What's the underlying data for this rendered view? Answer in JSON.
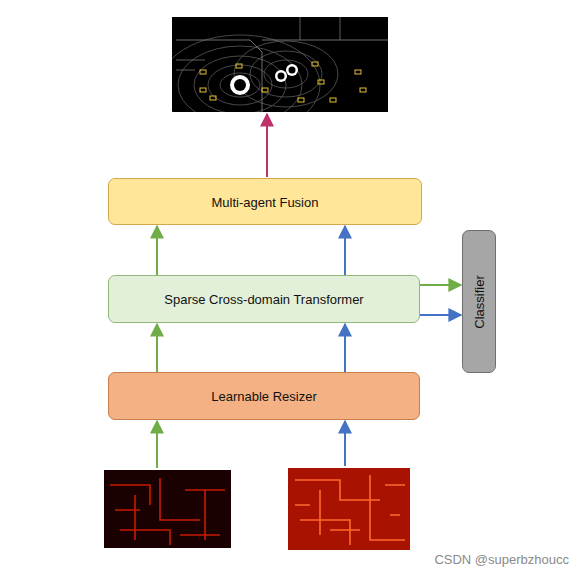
{
  "diagram": {
    "nodes": [
      {
        "text": [
          "Multi-agent Fusion"
        ]
      },
      {
        "text": [
          "Sparse Cross-domain Transformer"
        ]
      },
      {
        "text": [
          "Learnable Resizer"
        ]
      },
      {
        "text": [
          "Classifier"
        ]
      }
    ],
    "edges": [
      {
        "from": 2,
        "to": 1,
        "arrow": "to"
      },
      {
        "from": 2,
        "to": 1,
        "arrow": "to"
      },
      {
        "from": 1,
        "to": 0,
        "arrow": "to"
      },
      {
        "from": 1,
        "to": 0,
        "arrow": "to"
      },
      {
        "from": 1,
        "to": 3,
        "arrow": "to"
      },
      {
        "from": 1,
        "to": 3,
        "arrow": "to"
      }
    ],
    "labels": [
      "CSDN @superbzhoucc"
    ]
  }
}
